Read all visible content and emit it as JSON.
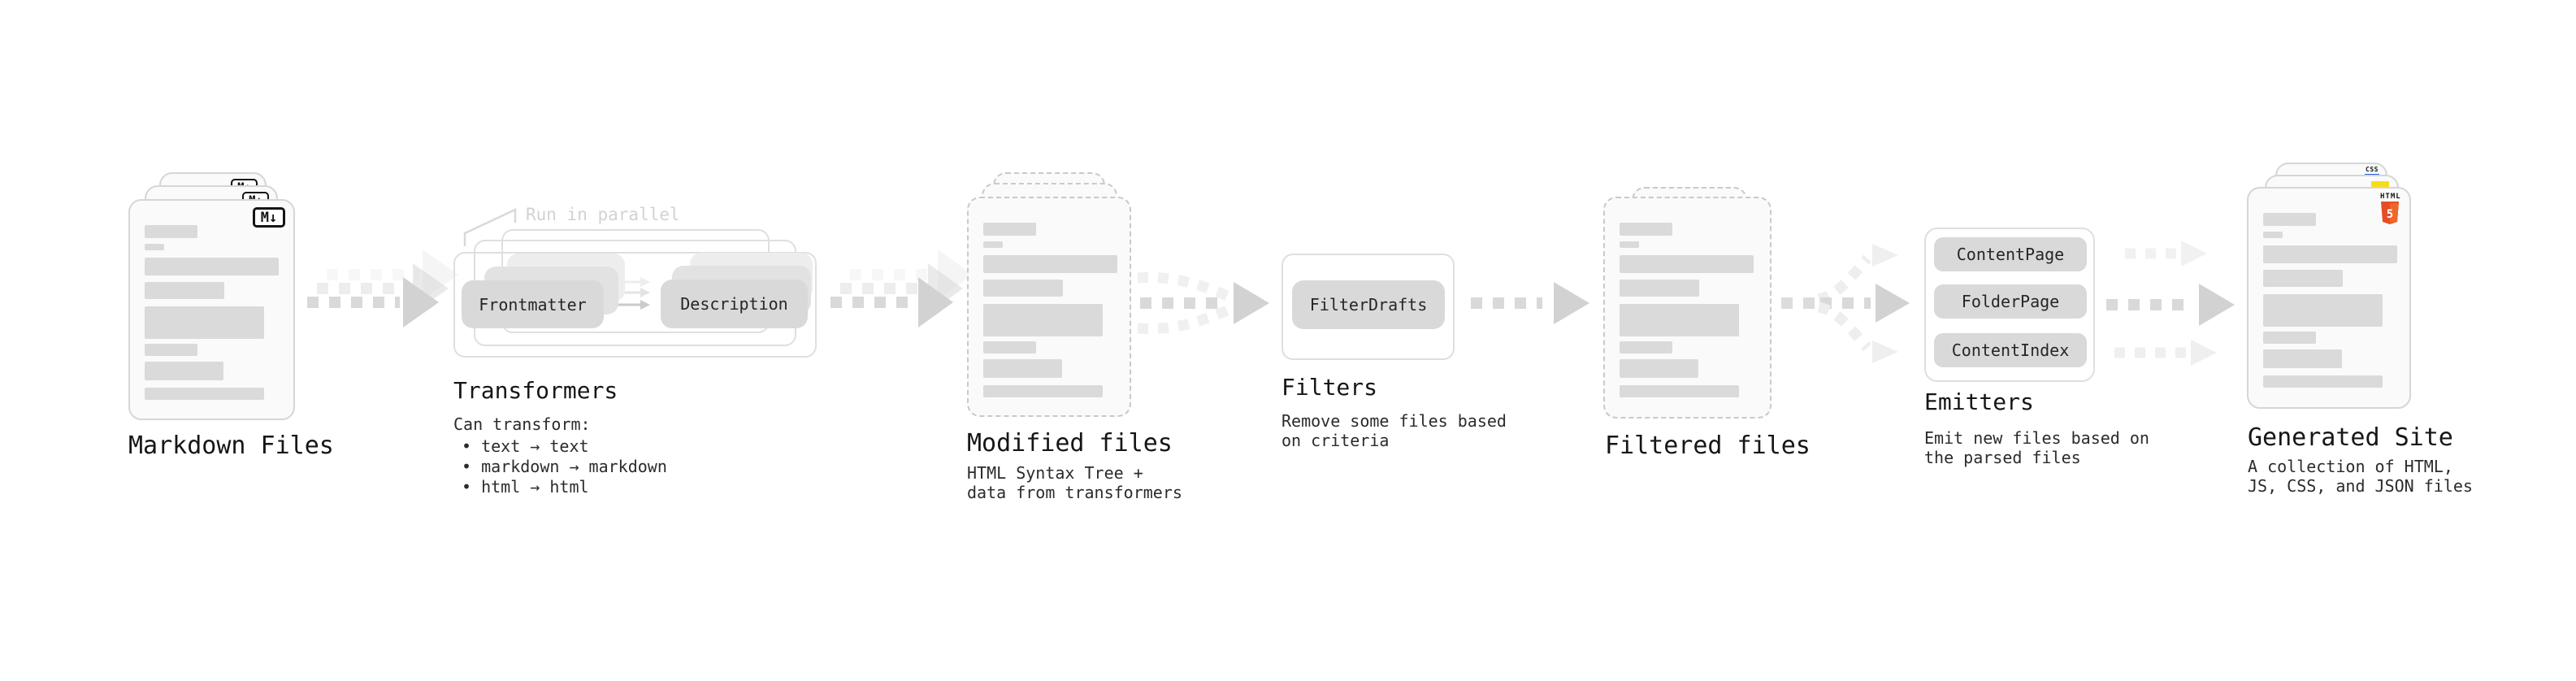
{
  "stages": {
    "markdown_files": {
      "label": "Markdown Files",
      "badge": "M↓"
    },
    "transformers": {
      "title": "Transformers",
      "note": "Run in parallel",
      "steps": [
        "Frontmatter",
        "Description"
      ],
      "desc_heading": "Can transform:",
      "bullets": [
        "• text → text",
        "• markdown → markdown",
        "• html → html"
      ]
    },
    "modified_files": {
      "label": "Modified files",
      "desc": "HTML Syntax Tree +\ndata from transformers"
    },
    "filters": {
      "title": "Filters",
      "box": "FilterDrafts",
      "desc": "Remove some files based\non criteria"
    },
    "filtered_files": {
      "label": "Filtered files"
    },
    "emitters": {
      "title": "Emitters",
      "boxes": [
        "ContentPage",
        "FolderPage",
        "ContentIndex"
      ],
      "desc": "Emit new files based on\nthe parsed files"
    },
    "generated_site": {
      "label": "Generated Site",
      "desc": "A collection of HTML,\nJS, CSS, and JSON files",
      "badges": {
        "html_label": "HTML",
        "html_number": "5",
        "css_label": "CSS"
      }
    }
  },
  "colors": {
    "background": "#ffffff",
    "card_fill": "#fafafa",
    "card_border": "#d6d6d6",
    "placeholder_bar": "#dadada",
    "box_fill": "#d9d9d9",
    "arrow_dash": "#d9d9d9",
    "arrow_head": "#d2d2d2",
    "faint_gray": "#efefef",
    "text_dark": "#161616",
    "note_gray": "#d2d2d2",
    "html5_orange": "#e44d26",
    "html5_orange_light": "#f16529",
    "js_yellow": "#f5de19",
    "css_blue": "#2760e6"
  }
}
